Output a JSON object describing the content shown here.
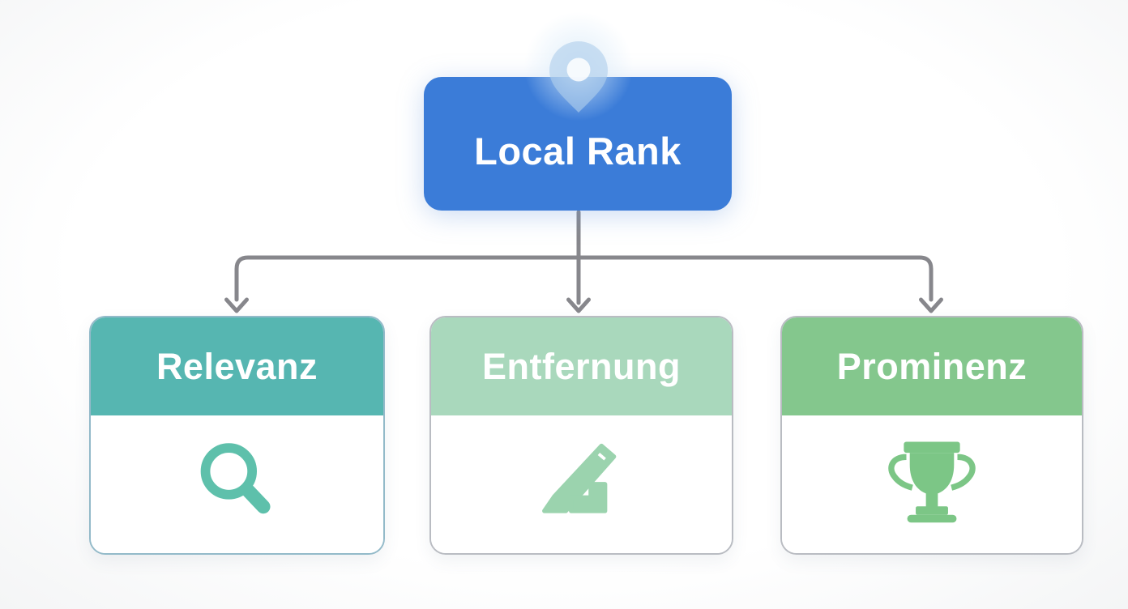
{
  "diagram": {
    "type": "hierarchy-flowchart",
    "root": {
      "label": "Local Rank",
      "box_color": "#3b7cd8",
      "text_color": "#ffffff",
      "icon": "map-pin-icon",
      "icon_color": "#afcdeb"
    },
    "children": [
      {
        "label": "Relevanz",
        "header_color": "#56b6b1",
        "border_color": "#93bac9",
        "icon": "magnifier-icon",
        "icon_color": "#5ec0ab"
      },
      {
        "label": "Entfernung",
        "header_color": "#a9d8bc",
        "border_color": "#b9bcc2",
        "icon": "ruler-angle-icon",
        "icon_color": "#9bd3ae"
      },
      {
        "label": "Prominenz",
        "header_color": "#84c78d",
        "border_color": "#b9bcc2",
        "icon": "trophy-icon",
        "icon_color": "#7cc686"
      }
    ],
    "connector_color": "#87878c",
    "background_color": "#ffffff"
  }
}
